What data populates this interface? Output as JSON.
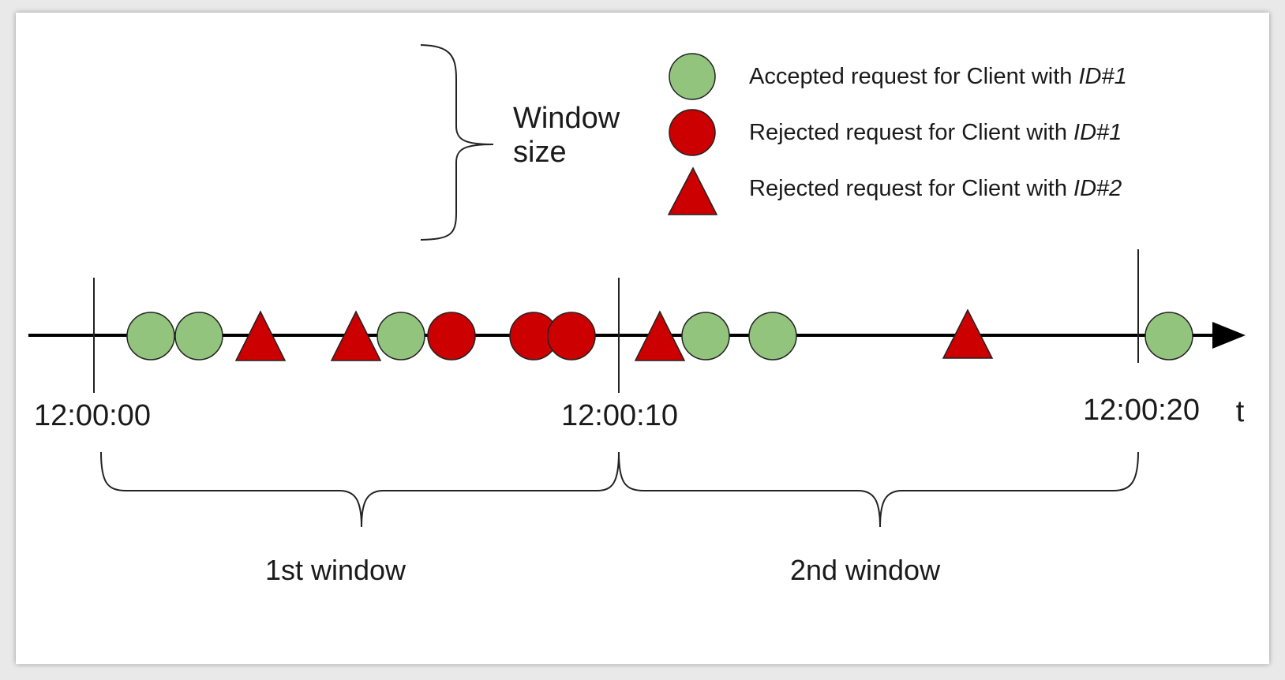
{
  "legend": {
    "accepted_1": {
      "text": "Accepted request for Client with ",
      "id": "ID#1",
      "icon": "green-circle",
      "color": "#93c47d"
    },
    "rejected_1": {
      "text": "Rejected request for Client with ",
      "id": "ID#1",
      "icon": "red-circle",
      "color": "#cc0000"
    },
    "rejected_2": {
      "text": "Rejected request for Client with ",
      "id": "ID#2",
      "icon": "red-triangle",
      "color": "#cc0000"
    }
  },
  "window_size": {
    "line1": "Window",
    "line2": "size"
  },
  "timeline": {
    "axis_label": "t",
    "ticks": [
      "12:00:00",
      "12:00:10",
      "12:00:20"
    ],
    "windows": [
      "1st window",
      "2nd window"
    ]
  },
  "colors": {
    "accepted": "#93c47d",
    "rejected": "#cc0000",
    "line": "#000000"
  }
}
